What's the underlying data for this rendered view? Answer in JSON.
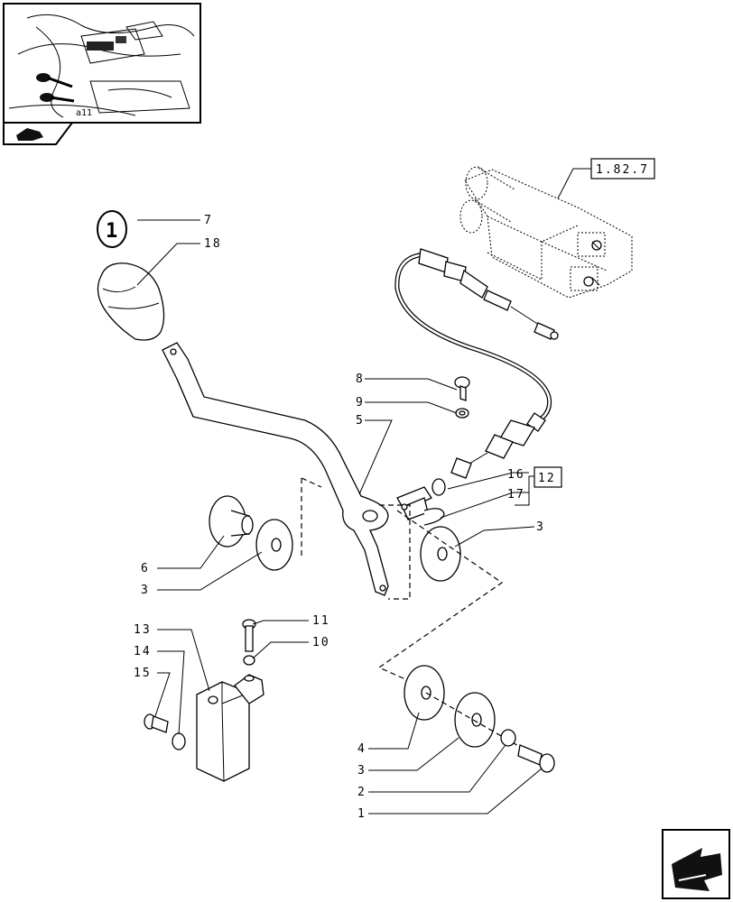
{
  "diagram": {
    "refs": {
      "ref_1_82_7": "1.82.7",
      "ref_12": "12"
    },
    "legend_symbol": "1",
    "callouts": [
      {
        "id": "c7",
        "label": "7"
      },
      {
        "id": "c18",
        "label": "18"
      },
      {
        "id": "c8",
        "label": "8"
      },
      {
        "id": "c9",
        "label": "9"
      },
      {
        "id": "c5",
        "label": "5"
      },
      {
        "id": "c16",
        "label": "16"
      },
      {
        "id": "c17",
        "label": "17"
      },
      {
        "id": "c3a",
        "label": "3"
      },
      {
        "id": "c6",
        "label": "6"
      },
      {
        "id": "c3b",
        "label": "3"
      },
      {
        "id": "c13",
        "label": "13"
      },
      {
        "id": "c11",
        "label": "11"
      },
      {
        "id": "c14",
        "label": "14"
      },
      {
        "id": "c10",
        "label": "10"
      },
      {
        "id": "c15",
        "label": "15"
      },
      {
        "id": "c4",
        "label": "4"
      },
      {
        "id": "c3c",
        "label": "3"
      },
      {
        "id": "c2",
        "label": "2"
      },
      {
        "id": "c1",
        "label": "1"
      }
    ]
  }
}
